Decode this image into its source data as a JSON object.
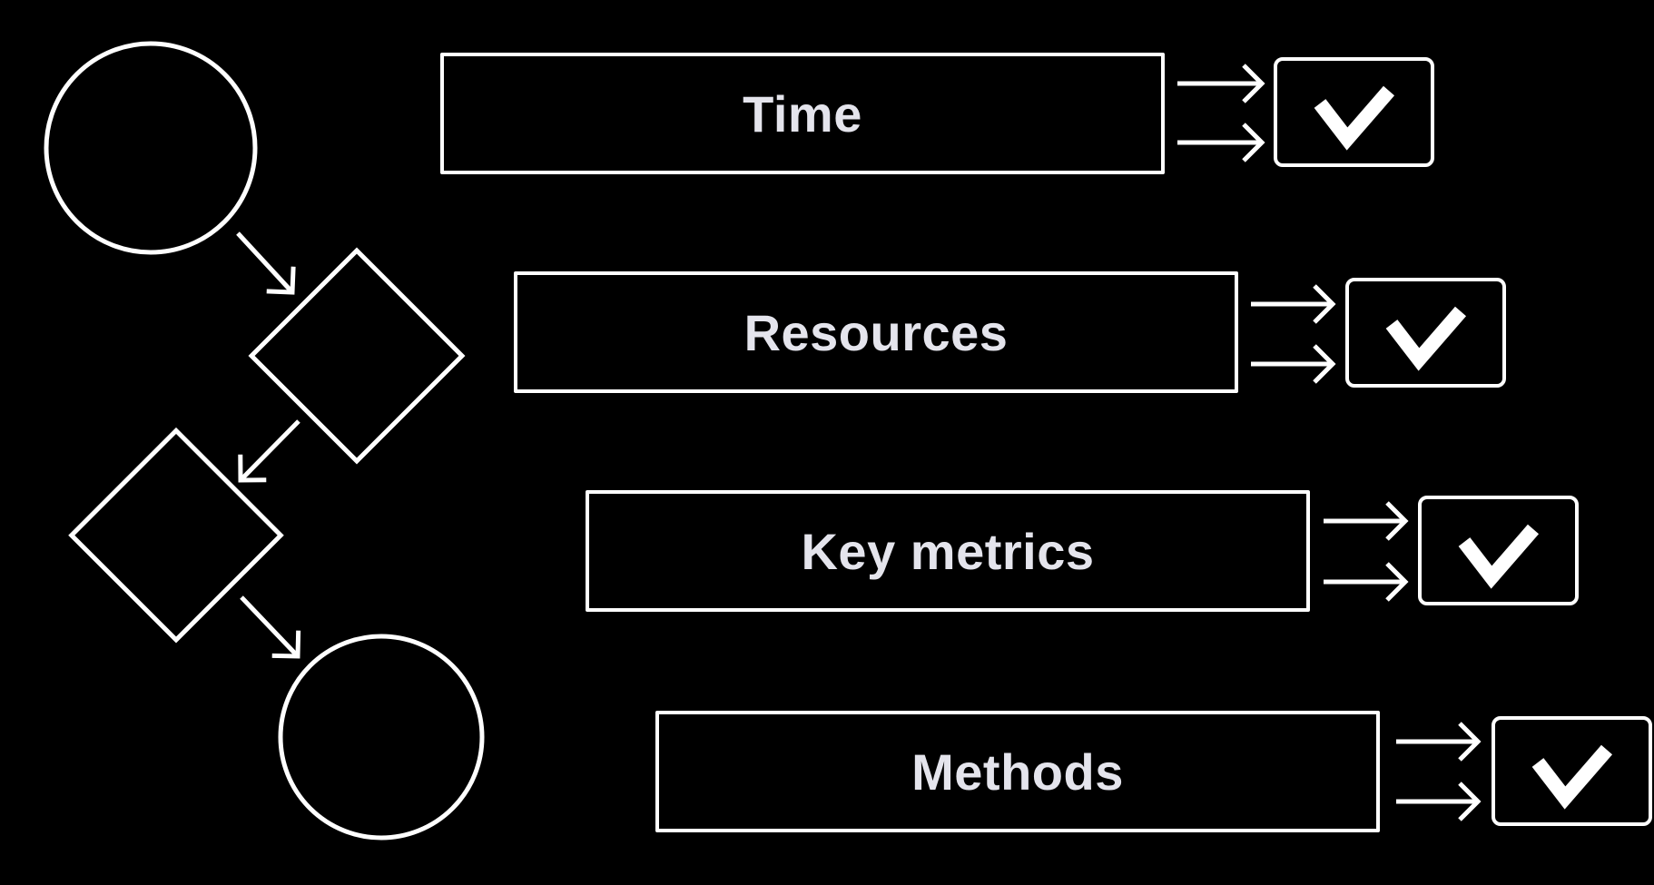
{
  "flowchart": {
    "colors": {
      "background": "#000000",
      "stroke": "#ffffff",
      "label": "#e4e4ec",
      "check": "#ffffff"
    },
    "nodes": [
      "start-circle",
      "decision-diamond-1",
      "decision-diamond-2",
      "end-circle"
    ],
    "rows": [
      {
        "label": "Time",
        "status_icon": "checkmark-icon"
      },
      {
        "label": "Resources",
        "status_icon": "checkmark-icon"
      },
      {
        "label": "Key metrics",
        "status_icon": "checkmark-icon"
      },
      {
        "label": "Methods",
        "status_icon": "checkmark-icon"
      }
    ]
  }
}
